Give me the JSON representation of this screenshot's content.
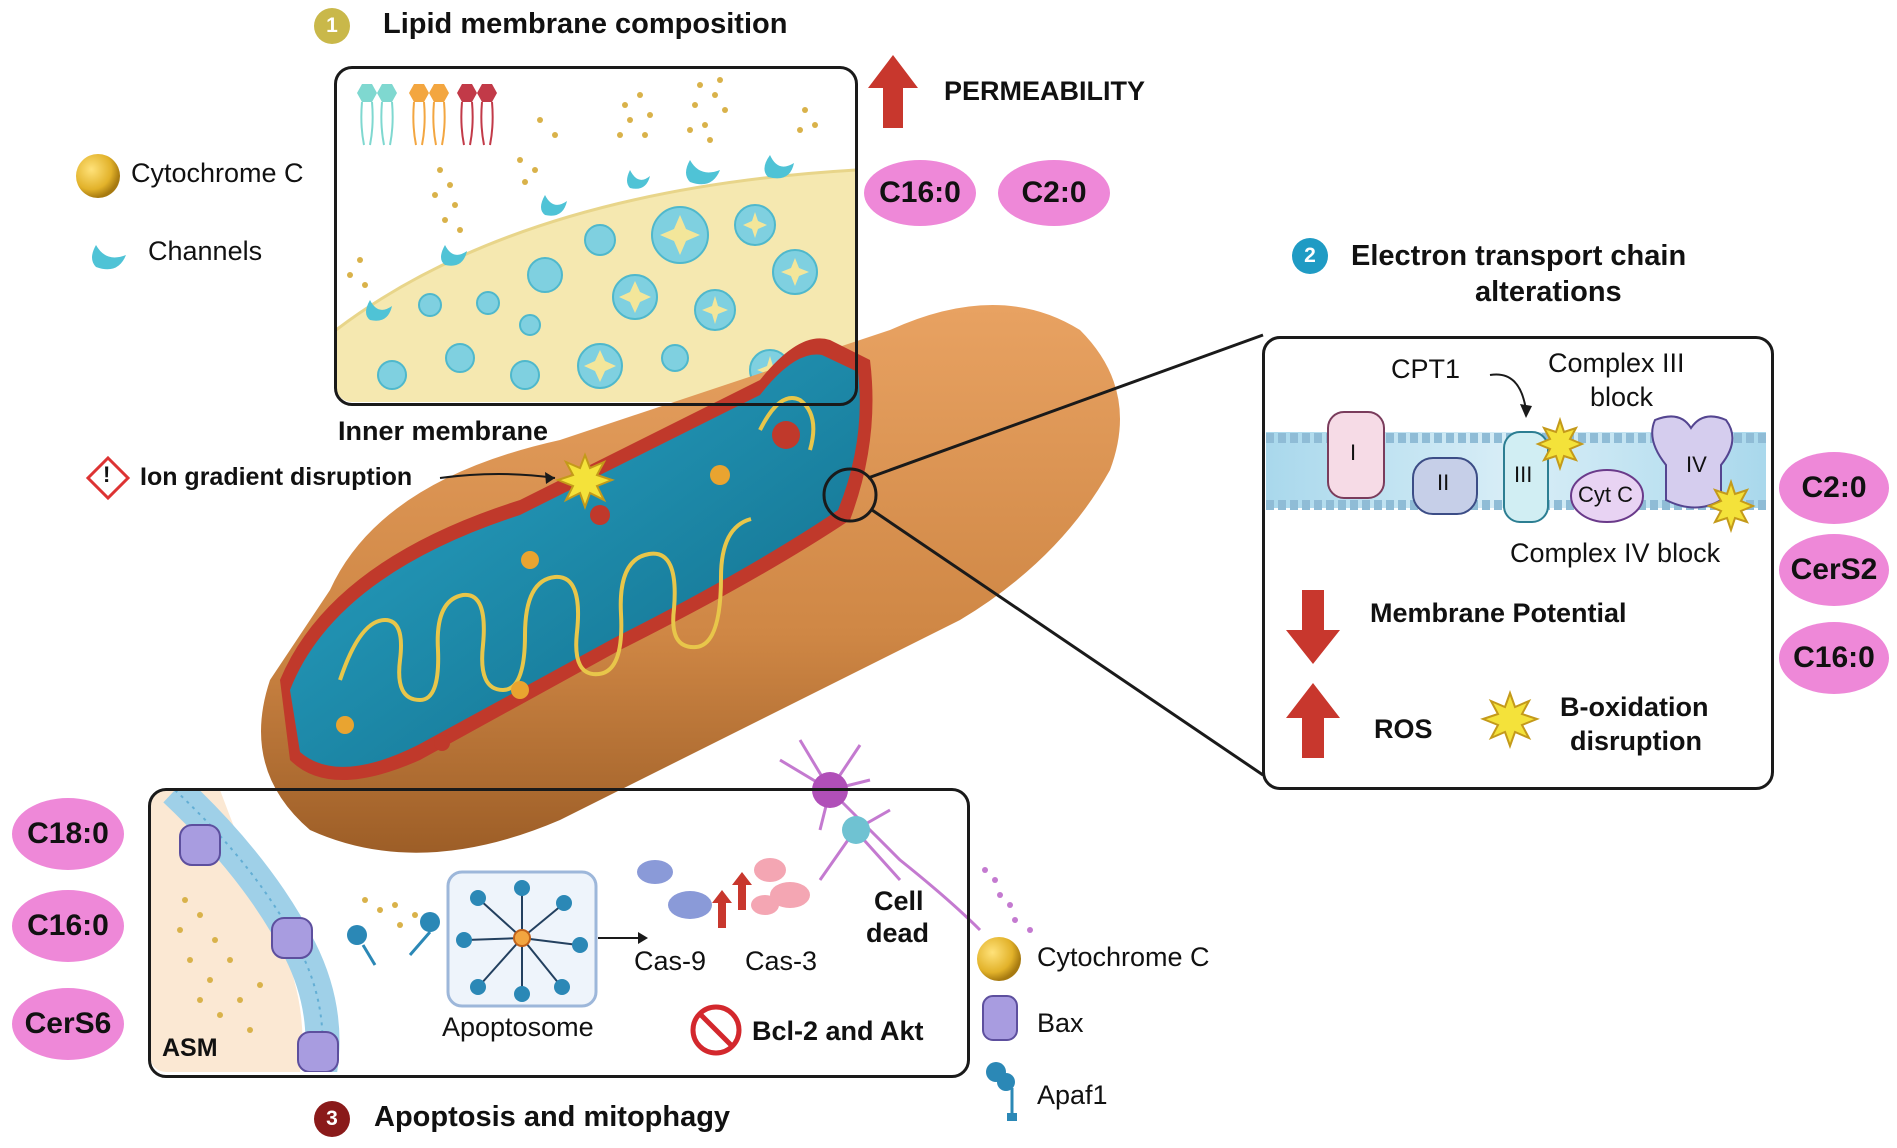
{
  "section1": {
    "number": "1",
    "title": "Lipid membrane composition",
    "permeability": "PERMEABILITY",
    "pills": [
      "C16:0",
      "C2:0"
    ],
    "legend": [
      {
        "label": "Cytochrome C",
        "icon": "cytochrome-c-icon"
      },
      {
        "label": "Channels",
        "icon": "channel-icon"
      }
    ],
    "inner_membrane": "Inner membrane",
    "ion_gradient": "Ion gradient disruption"
  },
  "section2": {
    "number": "2",
    "title_line1": "Electron transport chain",
    "title_line2": "alterations",
    "cpt1": "CPT1",
    "complex3_block_line1": "Complex III",
    "complex3_block_line2": "block",
    "complex4_block": "Complex IV block",
    "complexes": [
      "I",
      "II",
      "III",
      "Cyt C",
      "IV"
    ],
    "membrane_potential": "Membrane Potential",
    "ros": "ROS",
    "boxidation_line1": "B-oxidation",
    "boxidation_line2": "disruption",
    "pills": [
      "C2:0",
      "CerS2",
      "C16:0"
    ]
  },
  "section3": {
    "number": "3",
    "title": "Apoptosis and mitophagy",
    "pills": [
      "C18:0",
      "C16:0",
      "CerS6"
    ],
    "asm": "ASM",
    "apoptosome": "Apoptosome",
    "cas9": "Cas-9",
    "cas3": "Cas-3",
    "cell_dead_line1": "Cell",
    "cell_dead_line2": "dead",
    "bcl2_akt": "Bcl-2 and Akt",
    "legend": [
      {
        "label": "Cytochrome C",
        "icon": "cytochrome-c-icon"
      },
      {
        "label": "Bax",
        "icon": "bax-icon"
      },
      {
        "label": "Apaf1",
        "icon": "apaf1-icon"
      }
    ]
  },
  "colors": {
    "pill": "#ee88d8",
    "badge1": "#c9b84a",
    "badge2": "#1f9bc4",
    "badge3": "#8a1a1a",
    "arrow_red": "#c8372d",
    "matrix_blue": "#1b8fb0",
    "outer_membrane": "#d98a45"
  }
}
